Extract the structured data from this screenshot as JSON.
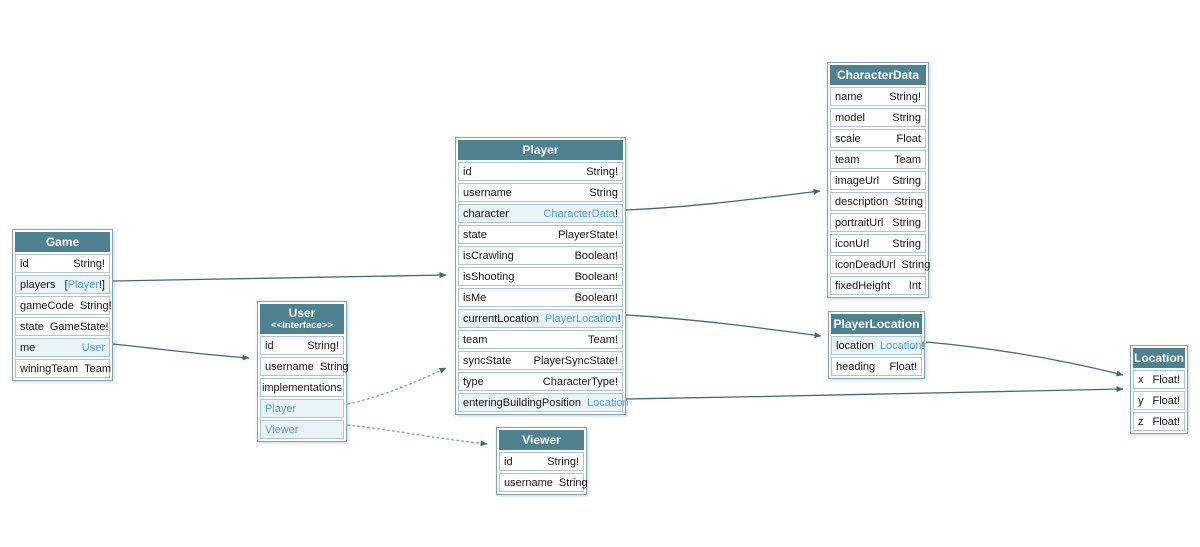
{
  "colors": {
    "header_bg": "#4e8290",
    "link": "#4ba3e4",
    "edge": "#3d6a79",
    "edge_dotted": "#8aa9b2",
    "row_hl": "#eaf3f8",
    "row_border": "#aac6cf",
    "node_border": "#7fa7b3"
  },
  "nodes": {
    "game": {
      "title": "Game",
      "fields": [
        {
          "name": "id",
          "t_pre": "String!",
          "t_link": "",
          "t_post": ""
        },
        {
          "name": "players",
          "t_pre": "[",
          "t_link": "Player",
          "t_post": "!]"
        },
        {
          "name": "gameCode",
          "t_pre": "String!",
          "t_link": "",
          "t_post": ""
        },
        {
          "name": "state",
          "t_pre": "GameState!",
          "t_link": "",
          "t_post": ""
        },
        {
          "name": "me",
          "t_pre": "",
          "t_link": "User",
          "t_post": ""
        },
        {
          "name": "winingTeam",
          "t_pre": "Team",
          "t_link": "",
          "t_post": ""
        }
      ]
    },
    "user": {
      "title": "User",
      "subtitle": "<<interface>>",
      "fields": [
        {
          "name": "id",
          "t_pre": "String!",
          "t_link": "",
          "t_post": ""
        },
        {
          "name": "username",
          "t_pre": "String",
          "t_link": "",
          "t_post": ""
        },
        {
          "name": "implementations",
          "t_pre": "",
          "t_link": "",
          "t_post": ""
        },
        {
          "name": "Player",
          "t_pre": "",
          "t_link": "",
          "t_post": ""
        },
        {
          "name": "Viewer",
          "t_pre": "",
          "t_link": "",
          "t_post": ""
        }
      ]
    },
    "player": {
      "title": "Player",
      "fields": [
        {
          "name": "id",
          "t_pre": "String!",
          "t_link": "",
          "t_post": ""
        },
        {
          "name": "username",
          "t_pre": "String",
          "t_link": "",
          "t_post": ""
        },
        {
          "name": "character",
          "t_pre": "",
          "t_link": "CharacterData",
          "t_post": "!"
        },
        {
          "name": "state",
          "t_pre": "PlayerState!",
          "t_link": "",
          "t_post": ""
        },
        {
          "name": "isCrawling",
          "t_pre": "Boolean!",
          "t_link": "",
          "t_post": ""
        },
        {
          "name": "isShooting",
          "t_pre": "Boolean!",
          "t_link": "",
          "t_post": ""
        },
        {
          "name": "isMe",
          "t_pre": "Boolean!",
          "t_link": "",
          "t_post": ""
        },
        {
          "name": "currentLocation",
          "t_pre": "",
          "t_link": "PlayerLocation",
          "t_post": "!"
        },
        {
          "name": "team",
          "t_pre": "Team!",
          "t_link": "",
          "t_post": ""
        },
        {
          "name": "syncState",
          "t_pre": "PlayerSyncState!",
          "t_link": "",
          "t_post": ""
        },
        {
          "name": "type",
          "t_pre": "CharacterType!",
          "t_link": "",
          "t_post": ""
        },
        {
          "name": "enteringBuildingPosition",
          "t_pre": "",
          "t_link": "Location",
          "t_post": ""
        }
      ]
    },
    "characterData": {
      "title": "CharacterData",
      "fields": [
        {
          "name": "name",
          "t_pre": "String!",
          "t_link": "",
          "t_post": ""
        },
        {
          "name": "model",
          "t_pre": "String",
          "t_link": "",
          "t_post": ""
        },
        {
          "name": "scale",
          "t_pre": "Float",
          "t_link": "",
          "t_post": ""
        },
        {
          "name": "team",
          "t_pre": "Team",
          "t_link": "",
          "t_post": ""
        },
        {
          "name": "imageUrl",
          "t_pre": "String",
          "t_link": "",
          "t_post": ""
        },
        {
          "name": "description",
          "t_pre": "String",
          "t_link": "",
          "t_post": ""
        },
        {
          "name": "portraitUrl",
          "t_pre": "String",
          "t_link": "",
          "t_post": ""
        },
        {
          "name": "iconUrl",
          "t_pre": "String",
          "t_link": "",
          "t_post": ""
        },
        {
          "name": "iconDeadUrl",
          "t_pre": "String",
          "t_link": "",
          "t_post": ""
        },
        {
          "name": "fixedHeight",
          "t_pre": "Int",
          "t_link": "",
          "t_post": ""
        }
      ]
    },
    "playerLocation": {
      "title": "PlayerLocation",
      "fields": [
        {
          "name": "location",
          "t_pre": "",
          "t_link": "Location",
          "t_post": "!"
        },
        {
          "name": "heading",
          "t_pre": "Float!",
          "t_link": "",
          "t_post": ""
        }
      ]
    },
    "location": {
      "title": "Location",
      "fields": [
        {
          "name": "x",
          "t_pre": "Float!",
          "t_link": "",
          "t_post": ""
        },
        {
          "name": "y",
          "t_pre": "Float!",
          "t_link": "",
          "t_post": ""
        },
        {
          "name": "z",
          "t_pre": "Float!",
          "t_link": "",
          "t_post": ""
        }
      ]
    },
    "viewer": {
      "title": "Viewer",
      "fields": [
        {
          "name": "id",
          "t_pre": "String!",
          "t_link": "",
          "t_post": ""
        },
        {
          "name": "username",
          "t_pre": "String",
          "t_link": "",
          "t_post": ""
        }
      ]
    }
  },
  "edges": [
    {
      "from": "Game.players",
      "to": "Player",
      "style": "solid"
    },
    {
      "from": "Game.me",
      "to": "User",
      "style": "solid"
    },
    {
      "from": "User.Player",
      "to": "Player",
      "style": "dotted"
    },
    {
      "from": "User.Viewer",
      "to": "Viewer",
      "style": "dotted"
    },
    {
      "from": "Player.character",
      "to": "CharacterData",
      "style": "solid"
    },
    {
      "from": "Player.currentLocation",
      "to": "PlayerLocation",
      "style": "solid"
    },
    {
      "from": "Player.enteringBuildingPosition",
      "to": "Location",
      "style": "solid"
    },
    {
      "from": "PlayerLocation.location",
      "to": "Location",
      "style": "solid"
    }
  ]
}
